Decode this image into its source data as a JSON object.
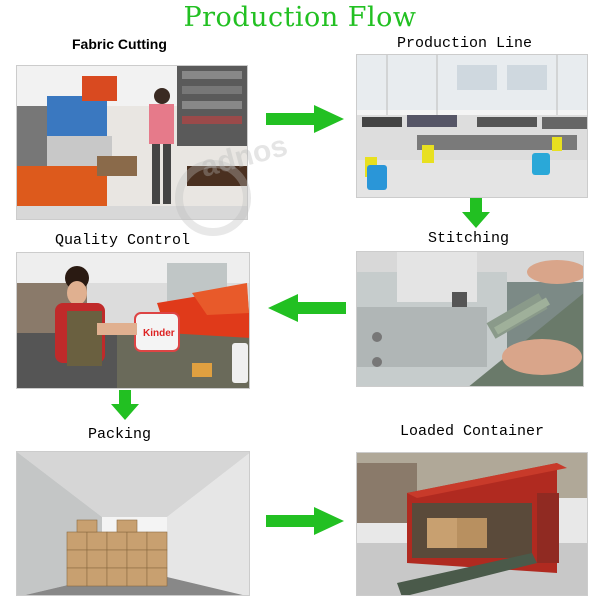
{
  "title": "Production Flow",
  "watermark": "adnos",
  "steps": {
    "fabric_cutting": "Fabric Cutting",
    "production_line": "Production Line",
    "stitching": "Stitching",
    "quality_control": "Quality Control",
    "packing": "Packing",
    "loaded_container": "Loaded Container"
  },
  "bag_logo": "Kinder",
  "colors": {
    "title": "#22c022",
    "arrow": "#22c022"
  }
}
